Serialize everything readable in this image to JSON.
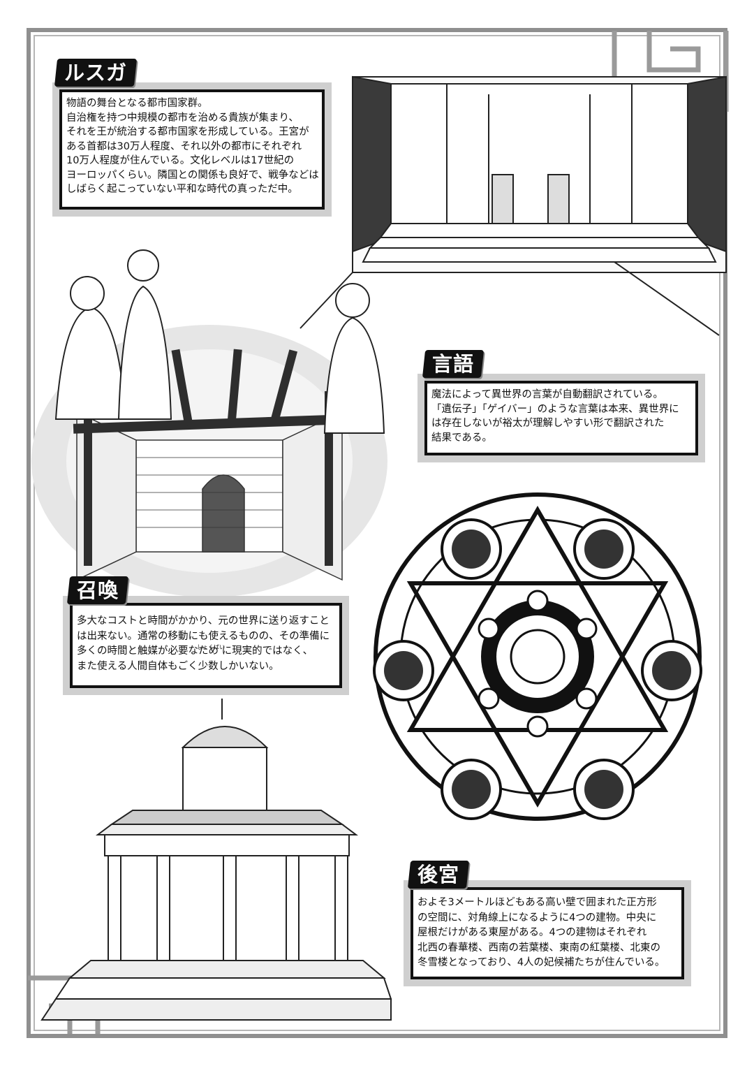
{
  "sections": {
    "rusuga": {
      "title": "ルスガ",
      "body": "物語の舞台となる都市国家群。\n自治権を持つ中規模の都市を治める貴族が集まり、\nそれを王が統治する都市国家を形成している。王宮が\nある首都は30万人程度、それ以外の都市にそれぞれ\n10万人程度が住んでいる。文化レベルは17世紀の\nヨーロッパくらい。隣国との関係も良好で、戦争などは\nしばらく起こっていない平和な時代の真っただ中。"
    },
    "gengo": {
      "title": "言語",
      "body": "魔法によって異世界の言葉が自動翻訳されている。\n「遺伝子」「ゲイバー」のような言葉は本来、異世界に\nは存在しないが裕太が理解しやすい形で翻訳された\n結果である。"
    },
    "shokan": {
      "title": "召喚",
      "body": "多大なコストと時間がかかり、元の世界に送り返すこと\nは出来ない。通常の移動にも使えるものの、その準備に\n多くの時間と触媒が必要なため に現実的ではなく、\nまた使える人間自体もごく少数しかいない。",
      "ruby": "しょくばい"
    },
    "kokyu": {
      "title": "後宮",
      "body": "およそ3メートルほどもある高い壁で囲まれた正方形\nの空間に、対角線上になるように4つの建物。中央に\n屋根だけがある東屋がある。4つの建物はそれぞれ\n北西の春華楼、西南の若葉楼、東南の紅葉楼、北東の\n冬雪楼となっており、4人の妃候補たちが住んでいる。"
    }
  },
  "colors": {
    "frame": "#8f8f8f",
    "tag_bg": "#111111",
    "panel_shade": "#cfcfcf"
  }
}
